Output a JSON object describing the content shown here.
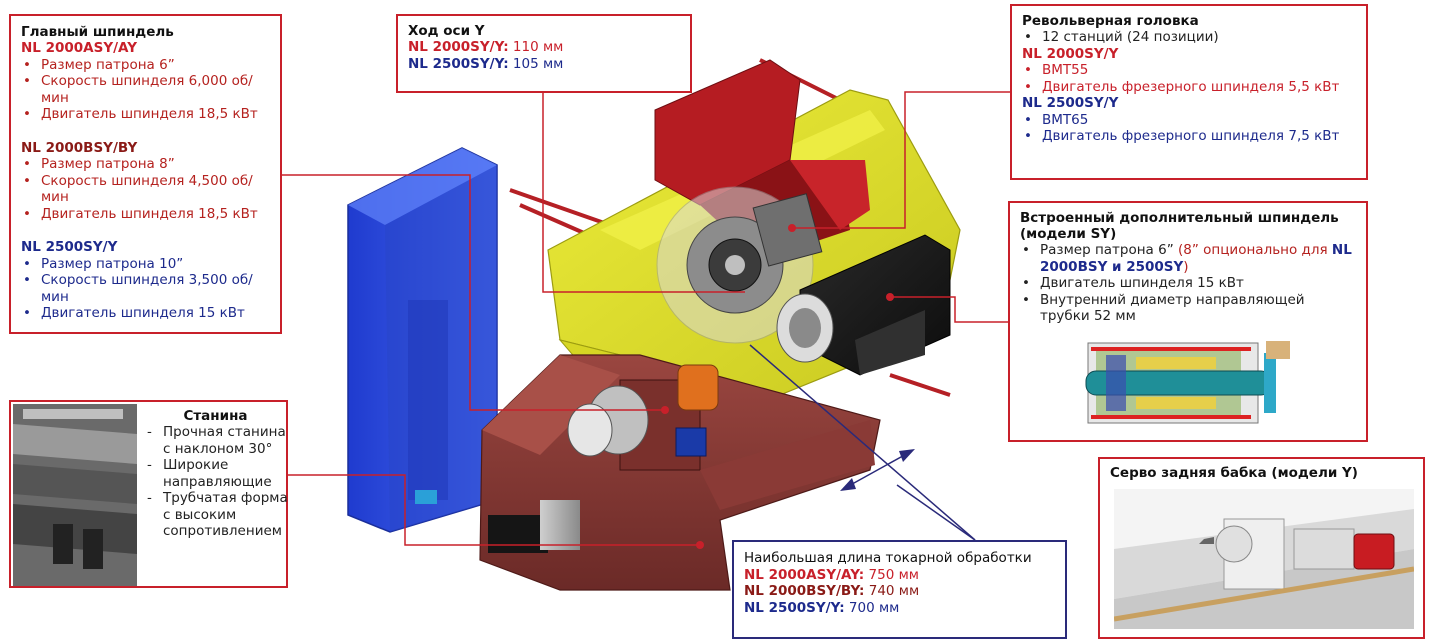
{
  "main_spindle": {
    "title": "Главный шпиндель",
    "groups": [
      {
        "model": "NL 2000ASY/AY",
        "items": [
          "Размер патрона 6”",
          "Скорость шпинделя 6,000 об/мин",
          "Двигатель шпинделя 18,5 кВт"
        ]
      },
      {
        "model": "NL 2000BSY/BY",
        "items": [
          "Размер патрона 8”",
          "Скорость шпинделя 4,500 об/мин",
          "Двигатель шпинделя 18,5 кВт"
        ]
      },
      {
        "model": "NL 2500SY/Y",
        "items": [
          "Размер патрона 10”",
          "Скорость шпинделя 3,500 об/мин",
          "Двигатель шпинделя 15 кВт"
        ]
      }
    ]
  },
  "y_axis": {
    "title": "Ход оси Y",
    "rows": [
      {
        "model": "NL 2000SY/Y:",
        "value": "110 мм"
      },
      {
        "model": "NL 2500SY/Y:",
        "value": "105 мм"
      }
    ]
  },
  "turret": {
    "title": "Револьверная головка",
    "stations": "12 станций (24 позиции)",
    "groups": [
      {
        "model": "NL 2000SY/Y",
        "items": [
          "BMT55",
          "Двигатель фрезерного шпинделя 5,5 кВт"
        ]
      },
      {
        "model": "NL 2500SY/Y",
        "items": [
          "BMT65",
          "Двигатель фрезерного шпинделя 7,5 кВт"
        ]
      }
    ]
  },
  "sub_spindle": {
    "title": "Встроенный дополнительный шпиндель (модели SY)",
    "chuck_a": "Размер патрона 6”",
    "chuck_b": "(8” опционально для",
    "chuck_models": "NL 2000BSY и 2500SY",
    "chuck_c": ")",
    "motor": "Двигатель шпинделя 15 кВт",
    "bore": "Внутренний диаметр направляющей трубки 52 мм"
  },
  "bed": {
    "title": "Станина",
    "items": [
      "Прочная станина с наклоном 30°",
      "Широкие направляющие",
      "Трубчатая форма с высоким сопротивлением"
    ]
  },
  "tailstock": {
    "title": "Серво задняя бабка (модели Y)"
  },
  "turning_length": {
    "title": "Наибольшая длина токарной обработки",
    "rows": [
      {
        "model": "NL 2000ASY/AY:",
        "value": "750 мм"
      },
      {
        "model": "NL 2000BSY/BY:",
        "value": "740 мм"
      },
      {
        "model": "NL 2500SY/Y:",
        "value": "700 мм"
      }
    ]
  },
  "colors": {
    "red": "#c8202a",
    "navy": "#1d2a8c",
    "machine_yellow": "#e2e22e",
    "cabinet_blue": "#2a4bd7",
    "body_maroon": "#8a3a36"
  }
}
